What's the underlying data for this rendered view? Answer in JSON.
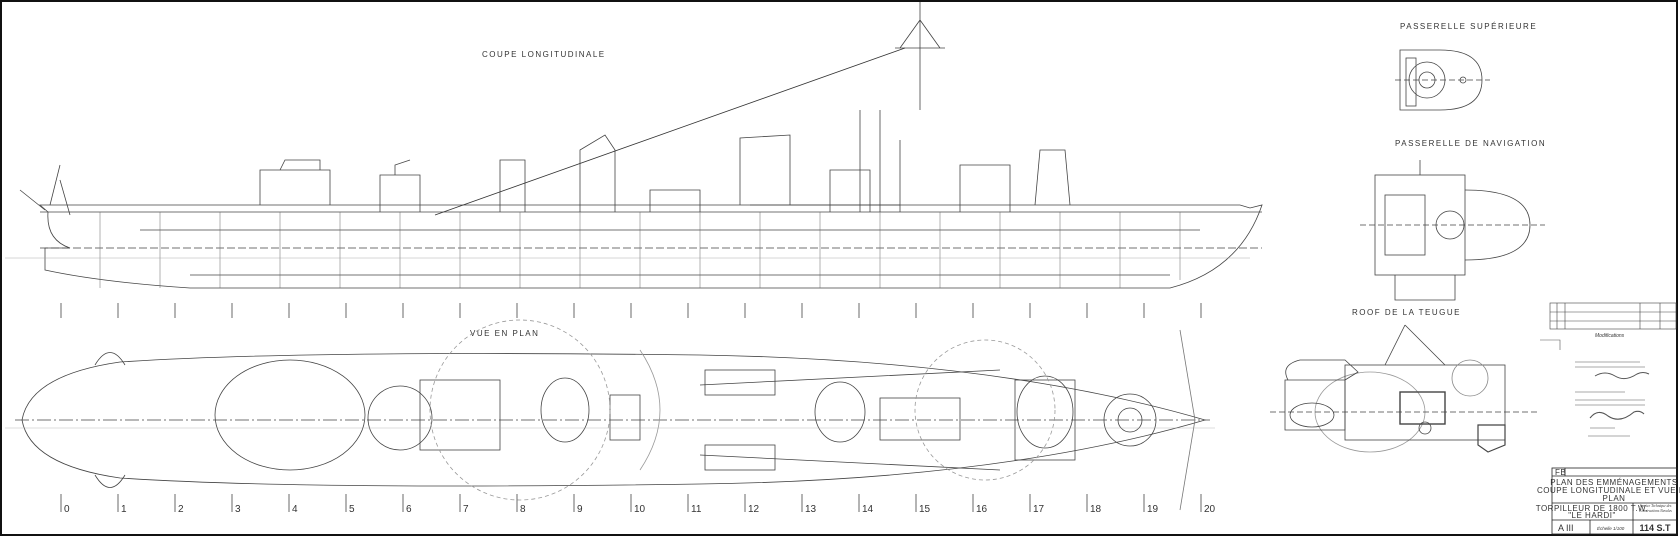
{
  "drawing": {
    "titles": {
      "profile": "COUPE LONGITUDINALE",
      "plan": "VUE EN PLAN",
      "upper_bridge": "PASSERELLE SUPÉRIEURE",
      "nav_bridge": "PASSERELLE DE NAVIGATION",
      "forecastle_roof": "ROOF DE LA TEUGUE"
    },
    "stations": [
      "0",
      "1",
      "2",
      "3",
      "4",
      "5",
      "6",
      "7",
      "8",
      "9",
      "10",
      "11",
      "12",
      "13",
      "14",
      "15",
      "16",
      "17",
      "18",
      "19",
      "20"
    ],
    "revisions_caption": "Modifications"
  },
  "title_block": {
    "code": "FB",
    "title_line1": "PLAN DES EMMÉNAGEMENTS",
    "title_line2": "COUPE LONGITUDINALE ET VUE EN",
    "title_line3": "PLAN",
    "vessel_line1": "TORPILLEUR DE 1800 T.W.",
    "vessel_line2": "\"LE HARDI\"",
    "office": "Service Technique des Constructions Navales",
    "sheet_ref": "A III",
    "scale": "Échelle 1/100",
    "number": "114 S.T"
  },
  "colors": {
    "ink": "#333333",
    "paper": "#ffffff"
  }
}
